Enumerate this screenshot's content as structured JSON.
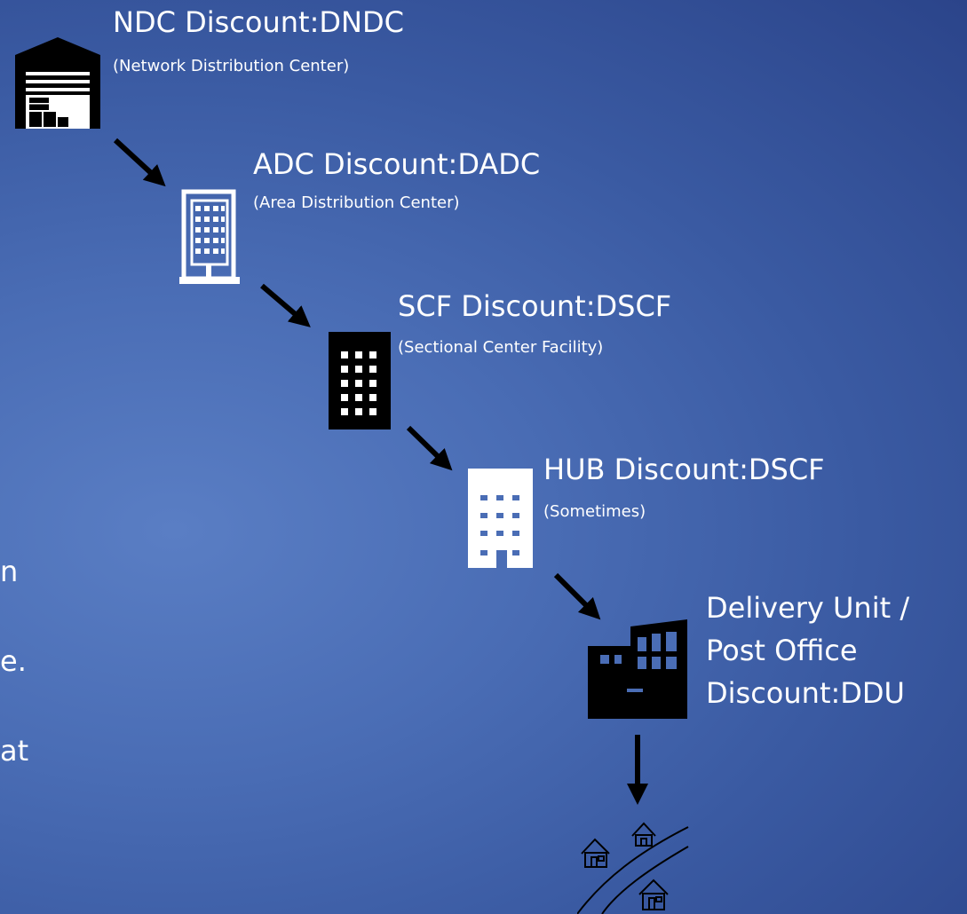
{
  "stages": [
    {
      "title": "NDC Discount:DNDC",
      "subtitle": "(Network Distribution Center)",
      "icon": "warehouse-icon"
    },
    {
      "title": "ADC Discount:DADC",
      "subtitle": "(Area Distribution Center)",
      "icon": "office-building-outline-icon"
    },
    {
      "title": "SCF Discount:DSCF",
      "subtitle": "(Sectional Center Facility)",
      "icon": "office-building-solid-icon"
    },
    {
      "title": "HUB Discount:DSCF",
      "subtitle": "(Sometimes)",
      "icon": "office-building-white-icon"
    }
  ],
  "delivery": {
    "line1": "Delivery Unit /",
    "line2": "Post Office",
    "line3": "Discount:DDU",
    "icon": "post-office-factory-icon"
  },
  "destination": {
    "icon": "houses-road-icon"
  },
  "left_text_fragments": [
    "n",
    "e.",
    "at"
  ],
  "colors": {
    "background": "#4a6db5",
    "text": "#ffffff",
    "arrows": "#000000"
  }
}
